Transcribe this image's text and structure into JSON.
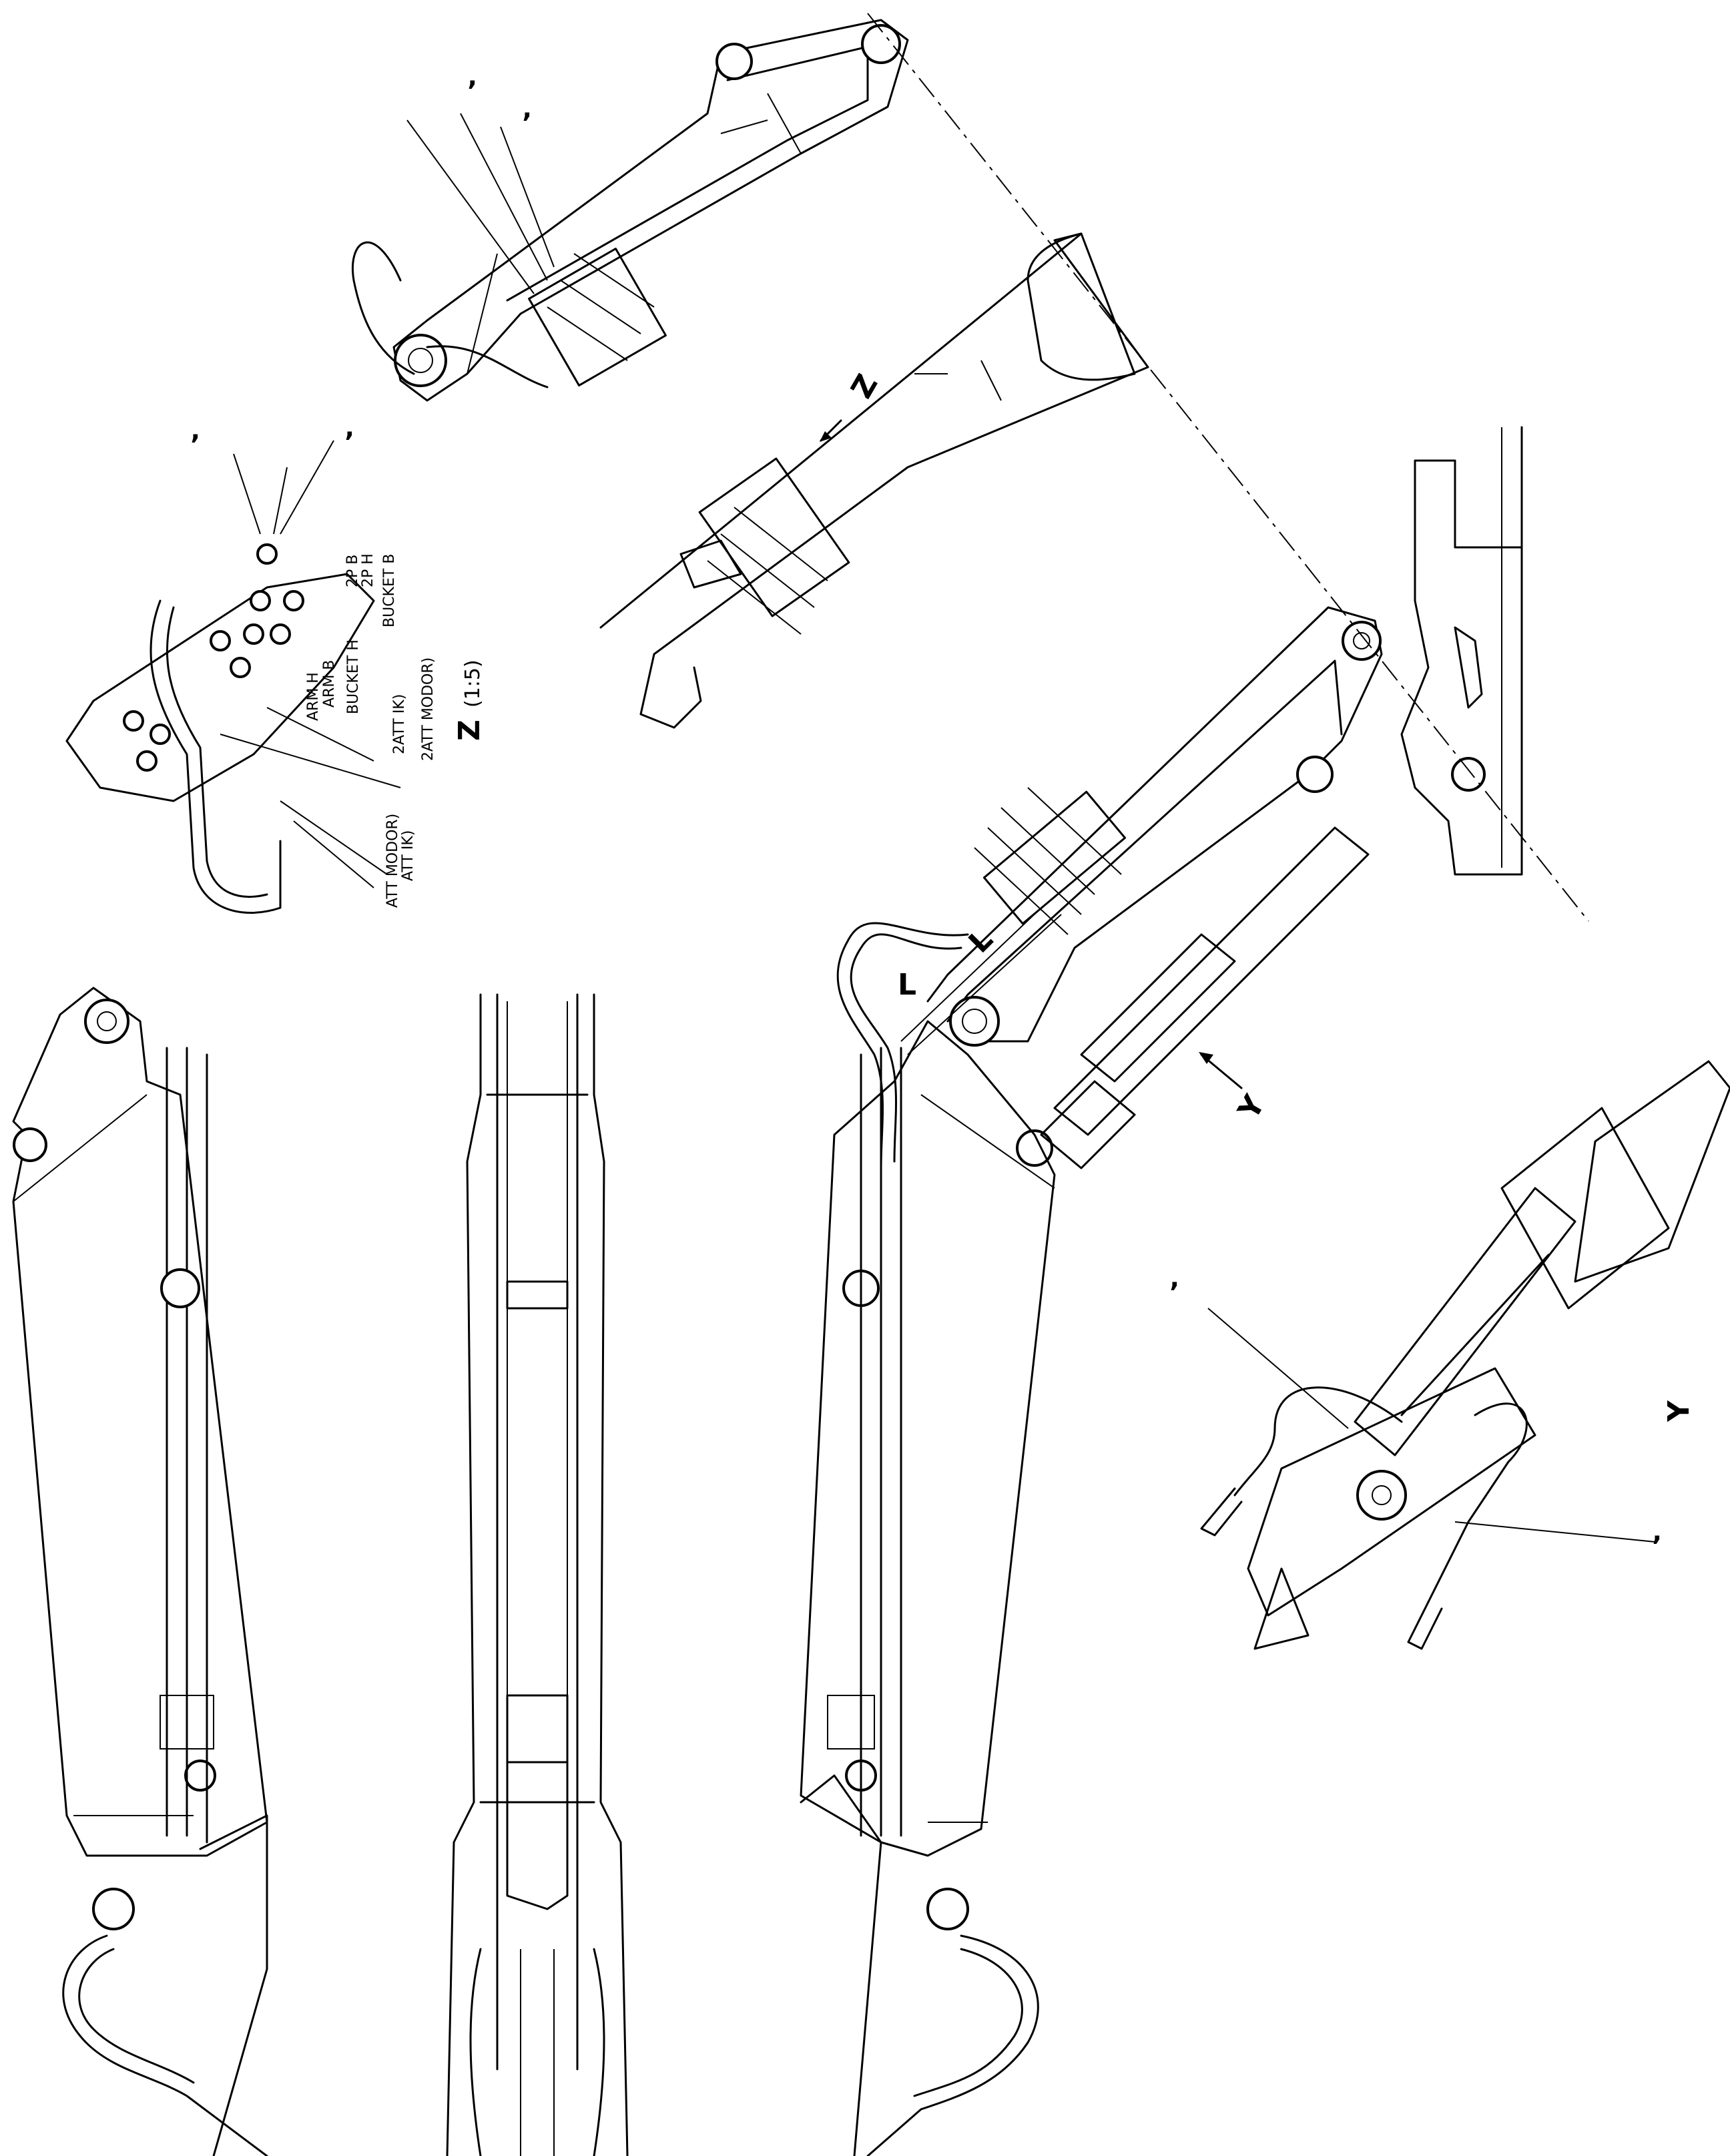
{
  "views": {
    "z_label": "Z",
    "z_scale": "(1:5)",
    "z_arrow": "Z",
    "y_label": "Y",
    "y_arrow": "Y",
    "l_label_1": "L",
    "l_label_2": "L"
  },
  "detail_z_labels": {
    "p2b": "2P B",
    "p2h": "2P H",
    "bucket_b": "BUCKET B",
    "bucket_h": "BUCKET H",
    "arm_b": "ARM B",
    "arm_h": "ARM H",
    "att2_ik": "2ATT IK)",
    "att2_modor": "2ATT MODOR)",
    "att_modor": "ATT MODOR)",
    "att_ik": "ATT IK)"
  },
  "callout_marks": {
    "mark": "’"
  }
}
